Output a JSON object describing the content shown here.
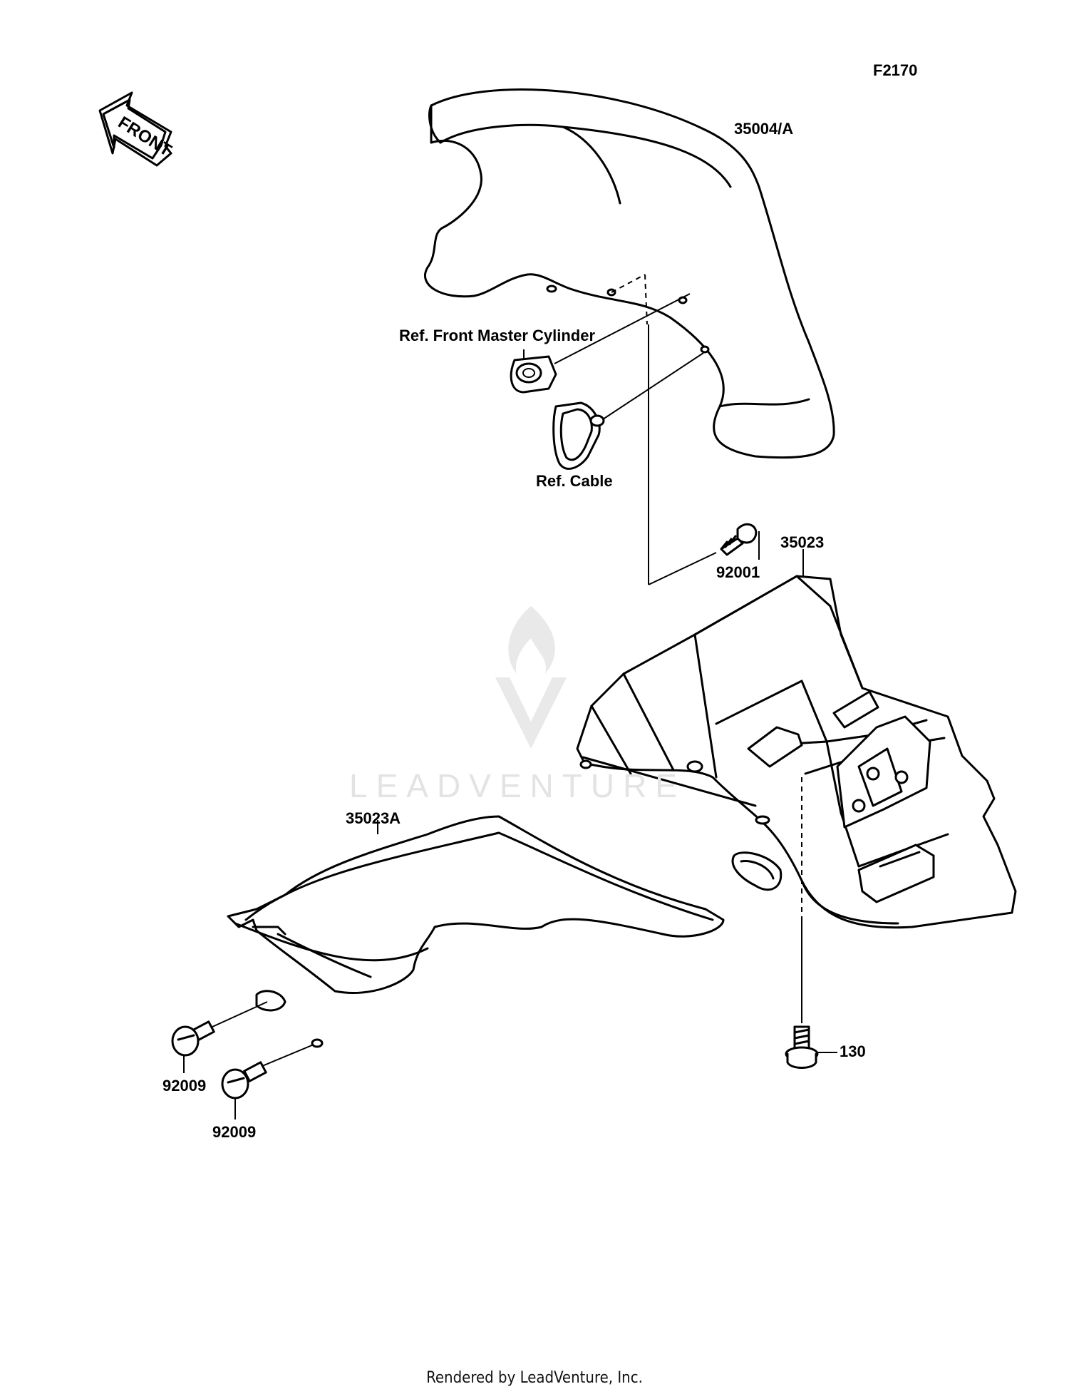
{
  "diagram_code": "F2170",
  "front_badge": "FRONT",
  "callouts": {
    "front_fender": "35004/A",
    "ref_master_cylinder": "Ref. Front Master Cylinder",
    "ref_cable": "Ref. Cable",
    "rear_fender": "35023",
    "bolt_upper": "92001",
    "rear_flap": "35023A",
    "bolt_rear": "130",
    "screw_a": "92009",
    "screw_b": "92009"
  },
  "watermark": "LEADVENTURE",
  "footer": "Rendered by LeadVenture, Inc."
}
